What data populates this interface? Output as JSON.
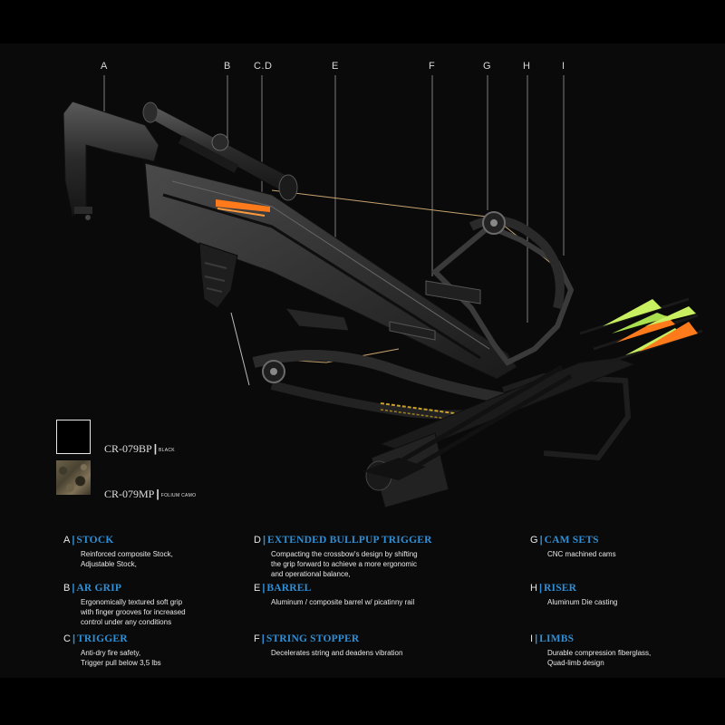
{
  "callouts": [
    "A",
    "B",
    "C.D",
    "E",
    "F",
    "G",
    "H",
    "I"
  ],
  "variants": [
    {
      "model": "CR-079BP",
      "finish": "BLACK"
    },
    {
      "model": "CR-079MP",
      "finish": "FOLIUM CAMO"
    }
  ],
  "features": [
    {
      "letter": "A",
      "title": "STOCK",
      "desc": "Reinforced composite Stock,\nAdjustable Stock,"
    },
    {
      "letter": "B",
      "title": "AR GRIP",
      "desc": "Ergonomically textured soft grip\nwith finger grooves for increased\ncontrol under any conditions"
    },
    {
      "letter": "C",
      "title": "TRIGGER",
      "desc": "Anti-dry fire safety,\nTrigger pull below 3,5 lbs"
    },
    {
      "letter": "D",
      "title": "EXTENDED BULLPUP TRIGGER",
      "desc": "Compacting the crossbow's design by shifting\nthe grip forward to achieve a more ergonomic\nand operational balance,"
    },
    {
      "letter": "E",
      "title": "BARREL",
      "desc": "Aluminum / composite barrel w/ picatinny rail"
    },
    {
      "letter": "F",
      "title": "STRING STOPPER",
      "desc": "Decelerates string and deadens vibration"
    },
    {
      "letter": "G",
      "title": "CAM SETS",
      "desc": "CNC machined cams"
    },
    {
      "letter": "H",
      "title": "RISER",
      "desc": "Aluminum Die casting"
    },
    {
      "letter": "I",
      "title": "LIMBS",
      "desc": "Durable compression fiberglass,\nQuad-limb design"
    }
  ],
  "colors": {
    "accent": "#2f8fd6",
    "background": "#0a0a0a",
    "text": "#e8e8e8",
    "fletching_orange": "#ff7a1a",
    "fletching_green": "#c8f060"
  }
}
